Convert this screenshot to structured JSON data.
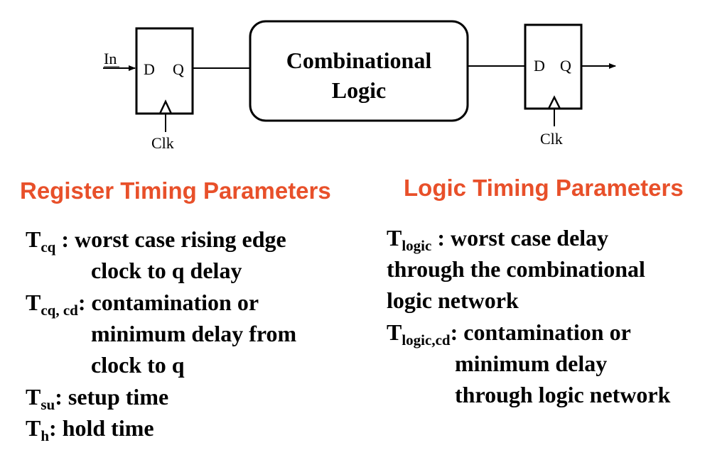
{
  "diagram": {
    "input_label": "In",
    "ff1": {
      "d": "D",
      "q": "Q",
      "clk": "Clk"
    },
    "logic_line1": "Combinational",
    "logic_line2": "Logic",
    "ff2": {
      "d": "D",
      "q": "Q",
      "clk": "Clk"
    }
  },
  "register_section": {
    "heading": "Register Timing Parameters",
    "heading_color": "#e8502a",
    "items": [
      {
        "symbol": "T",
        "subscript": "cq",
        "lines": [
          " : worst case rising edge",
          "clock to q delay"
        ]
      },
      {
        "symbol": "T",
        "subscript": "cq, cd",
        "lines": [
          ": contamination or",
          "minimum delay from",
          "clock to q"
        ]
      },
      {
        "symbol": "T",
        "subscript": "su",
        "lines": [
          ": setup time"
        ]
      },
      {
        "symbol": "T",
        "subscript": "h",
        "lines": [
          ": hold time"
        ]
      }
    ]
  },
  "logic_section": {
    "heading": "Logic Timing Parameters",
    "heading_color": "#e8502a",
    "items": [
      {
        "symbol": "T",
        "subscript": "logic",
        "lines": [
          " : worst case delay",
          "through the combinational",
          "logic network"
        ]
      },
      {
        "symbol": "T",
        "subscript": "logic,cd",
        "lines": [
          ": contamination or",
          "minimum delay",
          "through logic network"
        ]
      }
    ]
  }
}
